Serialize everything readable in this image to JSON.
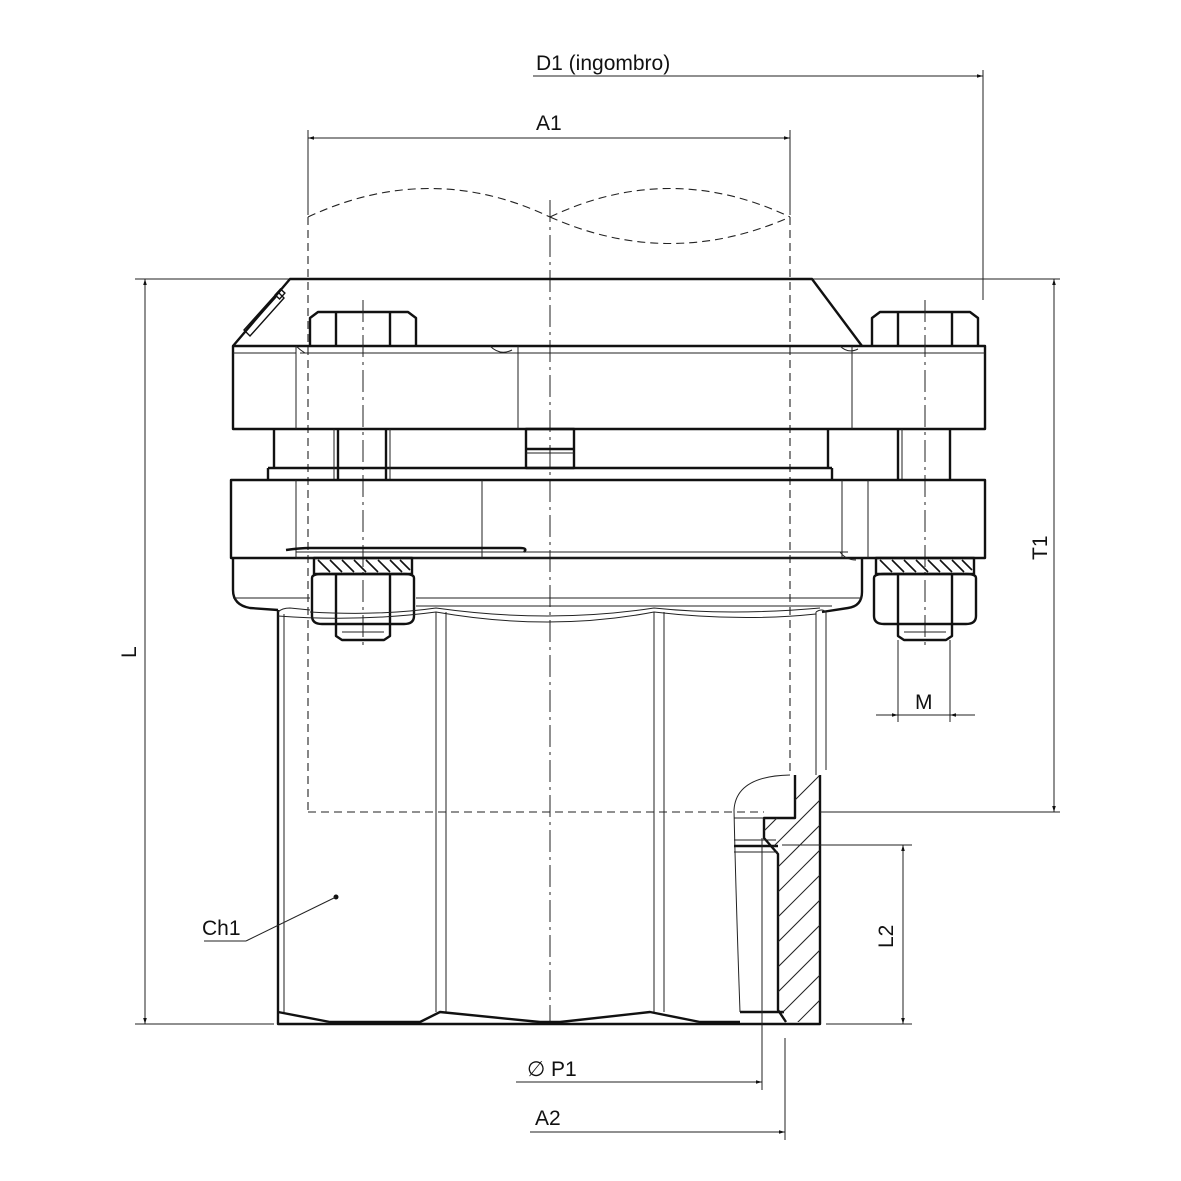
{
  "drawing": {
    "title": "Flanged pipe coupling with threaded socket - technical drawing",
    "line_color": "#111111",
    "background": "#ffffff"
  },
  "dimensions": {
    "d1": "D1 (ingombro)",
    "a1": "A1",
    "t1": "T1",
    "l": "L",
    "m": "M",
    "l2": "L2",
    "p1_symbol": "∅",
    "p1": "P1",
    "a2": "A2",
    "ch1": "Ch1"
  }
}
